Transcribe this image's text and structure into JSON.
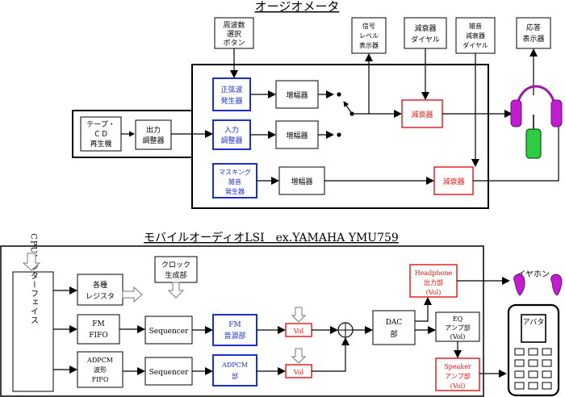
{
  "diagram": {
    "top": {
      "title": "オージオメータ",
      "labels": {
        "btn1": "周波数",
        "btn2": "選択",
        "btn3": "ボタン",
        "lvl1": "信号",
        "lvl2": "レベル",
        "lvl3": "表示器",
        "att1": "減衰器",
        "att2": "ダイヤル",
        "natt1": "雑音",
        "natt2": "減衰器",
        "natt3": "ダイヤル",
        "resp1": "応答",
        "resp2": "表示器",
        "tape1": "テープ・",
        "tape2": "ＣＤ",
        "tape3": "再生機",
        "outadj1": "出力",
        "outadj2": "調整器",
        "sine1": "正弦波",
        "sine2": "発生器",
        "inadj1": "入力",
        "inadj2": "調整器",
        "mask1": "マスキング",
        "mask2": "雑音",
        "mask3": "発生器",
        "amp": "増幅器",
        "attenuator": "減衰器"
      }
    },
    "bottom": {
      "title": "モバイルオーディオLSI　ex.YAMAHA YMU759",
      "labels": {
        "cpu": "CPUインターフェイス",
        "reg1": "各種",
        "reg2": "レジスタ",
        "clk1": "クロック",
        "clk2": "生成部",
        "fm1": "FM",
        "fm2": "FIFO",
        "ad1": "ADPCM",
        "ad2": "波形",
        "ad3": "FIFO",
        "seq": "Sequencer",
        "fmsrc1": "FM",
        "fmsrc2": "音源部",
        "adsrc1": "ADPCM",
        "adsrc2": "部",
        "vol": "Vol",
        "dac1": "DAC",
        "dac2": "部",
        "hp1": "Headphone",
        "hp2": "出力部",
        "hp3": "(Vol)",
        "eq1": "EQ",
        "eq2": "アンプ部",
        "eq3": "(Vol)",
        "sp1": "Speaker",
        "sp2": "アンプ部",
        "sp3": "(Vol)",
        "ear": "イヤホン",
        "avatar": "アバタ"
      }
    }
  }
}
